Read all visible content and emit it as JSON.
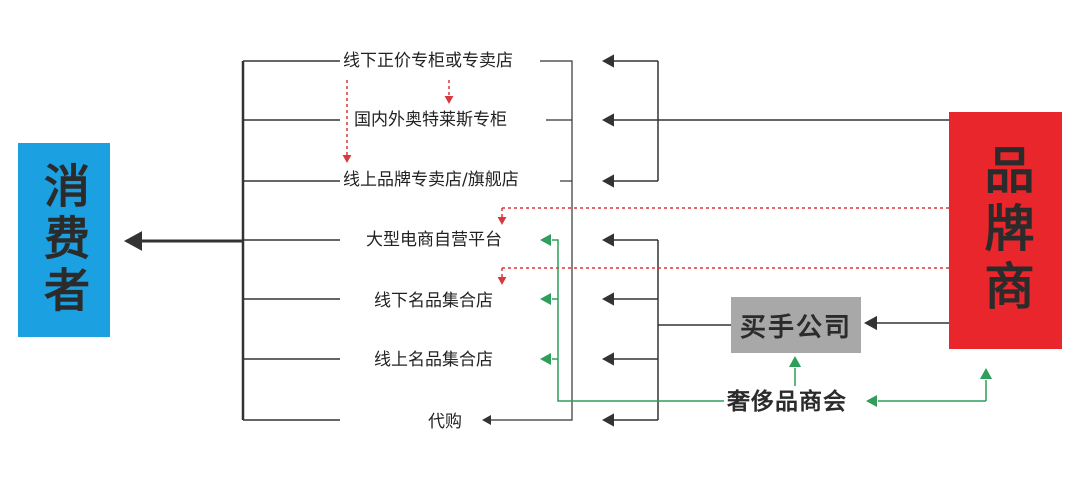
{
  "consumer": "消费者",
  "brand": "品牌商",
  "buyer_company": "买手公司",
  "luxury_association": "奢侈品商会",
  "channels": [
    "线下正价专柜或专卖店",
    "国内外奥特莱斯专柜",
    "线上品牌专卖店/旗舰店",
    "大型电商自营平台",
    "线下名品集合店",
    "线上名品集合店",
    "代购"
  ],
  "colors": {
    "consumer": "#1ba1e2",
    "brand": "#e8262b",
    "buyer_company": "#a8a8a8",
    "flow_arrow": "#333333",
    "brand_dotted_flow": "#d9383e",
    "association_flow": "#2e9e5b"
  }
}
